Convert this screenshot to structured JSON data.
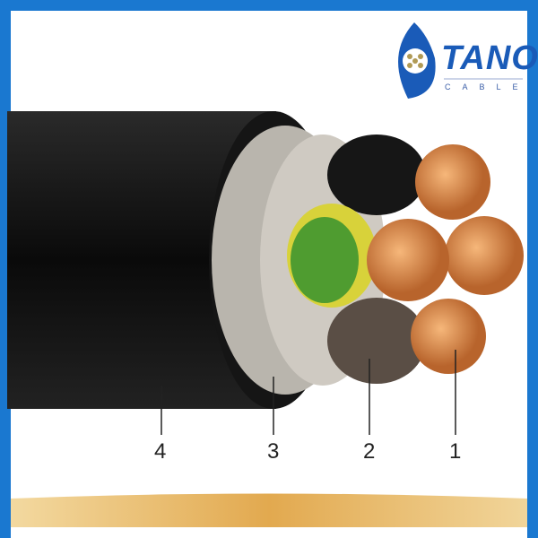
{
  "logo": {
    "brand": "TANO",
    "sub": "CABLE"
  },
  "labels": [
    "4",
    "3",
    "2",
    "1"
  ],
  "colors": {
    "border": "#1a78d0",
    "band": "#e6b45a",
    "sheath": "#111111",
    "copper": "#d88a4a",
    "insulation_yellow_green": "#5aa832"
  }
}
